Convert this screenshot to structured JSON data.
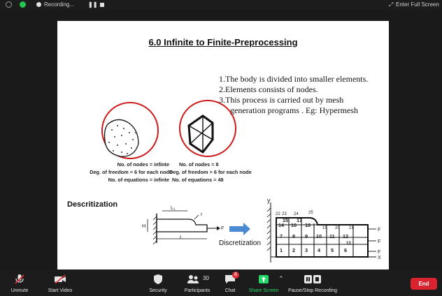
{
  "top_bar": {
    "recording_label": "Recording...",
    "fullscreen_label": "Enter Full Screen"
  },
  "slide": {
    "title": "6.0 Infinite to Finite-Preprocessing",
    "bullets": [
      "1.The body is divided into smaller elements.",
      "2.Elements consists of nodes.",
      "3.This process is carried out by mesh",
      "generation programs . Eg: Hypermesh"
    ],
    "left_caption": [
      "No. of nodes = infinte",
      "Deg. of freedom = 6 for each node",
      "No. of equations = infinte"
    ],
    "right_caption": [
      "No. of nodes = 8",
      "Deg. of freedom = 6 for each node",
      "No. of equations = 48"
    ],
    "section_label": "Descritization",
    "arrow_label": "Discretization",
    "beam_labels": {
      "l1": "L₁",
      "r": "r",
      "h": "H",
      "f": "F",
      "l": "L"
    },
    "mesh_labels": {
      "y": "y",
      "x": "X",
      "f": "F",
      "elements": [
        "1",
        "2",
        "3",
        "4",
        "5",
        "6",
        "7",
        "8",
        "9",
        "10",
        "11",
        "12",
        "13",
        "14",
        "15",
        "16",
        "17",
        "18"
      ],
      "nodes": [
        "19",
        "20",
        "21",
        "22",
        "23",
        "24",
        "25"
      ]
    }
  },
  "bottom_bar": {
    "unmute": "Unmute",
    "start_video": "Start Video",
    "security": "Security",
    "participants": "Participants",
    "participants_count": "30",
    "chat": "Chat",
    "chat_badge": "8",
    "share_screen": "Share Screen",
    "pause_recording": "Pause/Stop Recording",
    "end": "End"
  },
  "colors": {
    "share_green": "#23d96b",
    "end_red": "#d9232e",
    "badge_red": "#e0303a",
    "circle_red": "#cc1a1a",
    "arrow_blue": "#4a8ad4"
  }
}
